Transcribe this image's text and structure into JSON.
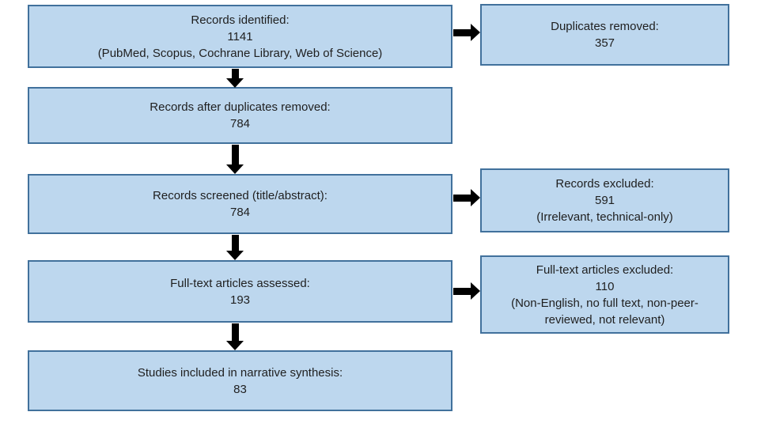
{
  "colors": {
    "box_fill": "#BDD7EE",
    "box_border": "#41719C",
    "arrow": "#000000",
    "text": "#1F1F1F",
    "background": "#FFFFFF"
  },
  "flowchart": {
    "left_boxes": [
      {
        "label": "Records identified:",
        "value": "1141",
        "note": "(PubMed, Scopus, Cochrane Library, Web of Science)"
      },
      {
        "label": "Records after duplicates removed:",
        "value": "784"
      },
      {
        "label": "Records screened (title/abstract):",
        "value": "784"
      },
      {
        "label": "Full-text articles assessed:",
        "value": "193"
      },
      {
        "label": "Studies included in narrative synthesis:",
        "value": "83"
      }
    ],
    "right_boxes": [
      {
        "label": "Duplicates removed:",
        "value": "357"
      },
      {
        "label": "Records excluded:",
        "value": "591",
        "note": "(Irrelevant, technical-only)"
      },
      {
        "label": "Full-text articles excluded:",
        "value": "110",
        "note": "(Non-English, no full text, non-peer-reviewed, not relevant)"
      }
    ]
  }
}
